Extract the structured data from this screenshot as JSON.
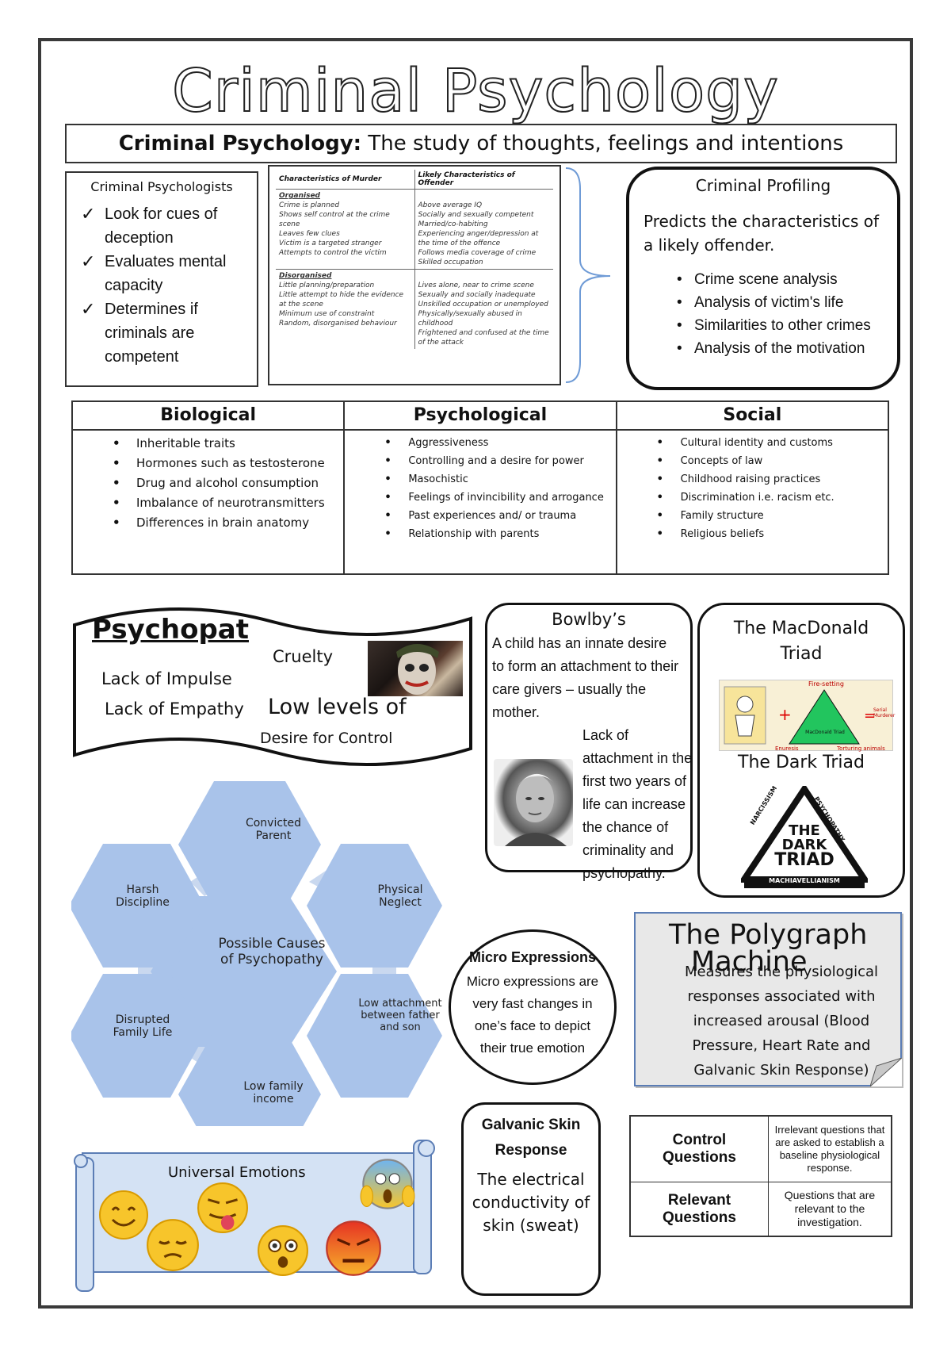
{
  "title": "Criminal Psychology",
  "definition": {
    "term": "Criminal Psychology:",
    "text": " The study of thoughts, feelings and intentions"
  },
  "psychologists": {
    "heading": "Criminal Psychologists",
    "items": [
      "Look for cues of deception",
      "Evaluates mental capacity",
      "Determines if criminals are competent"
    ]
  },
  "murder_table": {
    "col1": "Characteristics of Murder",
    "col2": "Likely Characteristics of Offender",
    "organised_label": "Organised",
    "organised_left": [
      "Crime is planned",
      "Shows self control at the crime scene",
      "Leaves few clues",
      "Victim is a targeted stranger",
      "Attempts to control the victim"
    ],
    "organised_right": [
      "Above average IQ",
      "Socially and sexually competent",
      "Married/co-habiting",
      "Experiencing anger/depression at the time of the offence",
      "Follows media coverage of crime",
      "Skilled occupation"
    ],
    "disorganised_label": "Disorganised",
    "disorganised_left": [
      "Little planning/preparation",
      "Little attempt to hide the evidence at the scene",
      "Minimum use of constraint",
      "Random, disorganised behaviour"
    ],
    "disorganised_right": [
      "Lives alone, near to crime scene",
      "Sexually and socially inadequate",
      "Unskilled occupation or unemployed",
      "Physically/sexually abused in childhood",
      "Frightened and confused at the time of the attack"
    ]
  },
  "profiling": {
    "heading": "Criminal Profiling",
    "text": "Predicts the characteristics of a likely offender.",
    "items": [
      "Crime scene analysis",
      "Analysis of victim's life",
      "Similarities to other crimes",
      "Analysis of the motivation"
    ]
  },
  "bps": {
    "biological": {
      "heading": "Biological",
      "items": [
        "Inheritable traits",
        "Hormones such as testosterone",
        "Drug and alcohol consumption",
        "Imbalance of neurotransmitters",
        "Differences in brain anatomy"
      ]
    },
    "psychological": {
      "heading": "Psychological",
      "items": [
        "Aggressiveness",
        "Controlling and a desire for power",
        "Masochistic",
        "Feelings of invincibility and arrogance",
        "Past experiences and/ or trauma",
        "Relationship with parents"
      ]
    },
    "social": {
      "heading": "Social",
      "items": [
        "Cultural identity and customs",
        "Concepts of law",
        "Childhood raising practices",
        "Discrimination i.e. racism etc.",
        "Family structure",
        "Religious beliefs"
      ]
    }
  },
  "psychopath": {
    "heading": "Psychopat",
    "cruelty": "Cruelty",
    "impulse": "Lack of Impulse",
    "empathy": "Lack of Empathy",
    "low_levels": "Low levels of",
    "control": "Desire for Control"
  },
  "causes": {
    "center": "Possible Causes of Psychopathy",
    "items": [
      "Convicted Parent",
      "Physical Neglect",
      "Low attachment between father and son",
      "Low family income",
      "Disrupted Family Life",
      "Harsh Discipline"
    ]
  },
  "bowlby": {
    "heading": "Bowlby’s",
    "text1": "A child has an innate desire to form an attachment to their care givers – usually the mother.",
    "text2": "Lack of attachment in the first two years of life can increase the chance of criminality and psychopathy."
  },
  "macdonald": {
    "heading": "The MacDonald Triad",
    "diagram_top": "Fire-setting",
    "diagram_left": "Enuresis",
    "diagram_right": "Torturing animals",
    "diagram_result": "Serial Murderer",
    "diagram_center": "MacDonald Triad",
    "dark_heading": "The Dark Triad",
    "dark_line1": "THE",
    "dark_line2": "DARK",
    "dark_line3": "TRIAD",
    "dark_left": "NARCISSISM",
    "dark_right": "PSYCHOPATHY",
    "dark_bottom": "MACHIAVELLIANISM"
  },
  "micro": {
    "heading": "Micro Expressions",
    "text": "Micro expressions are very fast changes in one’s face to depict their true emotion"
  },
  "polygraph": {
    "heading": "The Polygraph",
    "overlap": "Machine",
    "text": "Measures the physiological responses associated with increased arousal (Blood Pressure, Heart Rate and Galvanic Skin Response)"
  },
  "gsr": {
    "heading": "Galvanic Skin Response",
    "text": "The electrical conductivity of skin (sweat)"
  },
  "questions": {
    "control_label": "Control Questions",
    "control_text": "Irrelevant questions that are asked to establish a baseline physiological response.",
    "relevant_label": "Relevant Questions",
    "relevant_text": "Questions that are relevant to the investigation."
  },
  "emotions": {
    "heading": "Universal Emotions"
  },
  "colors": {
    "hex": "#a9c3ea",
    "hex_light": "#c9d8ef",
    "scroll": "#d4e2f4",
    "triangle": "#22c55e"
  }
}
